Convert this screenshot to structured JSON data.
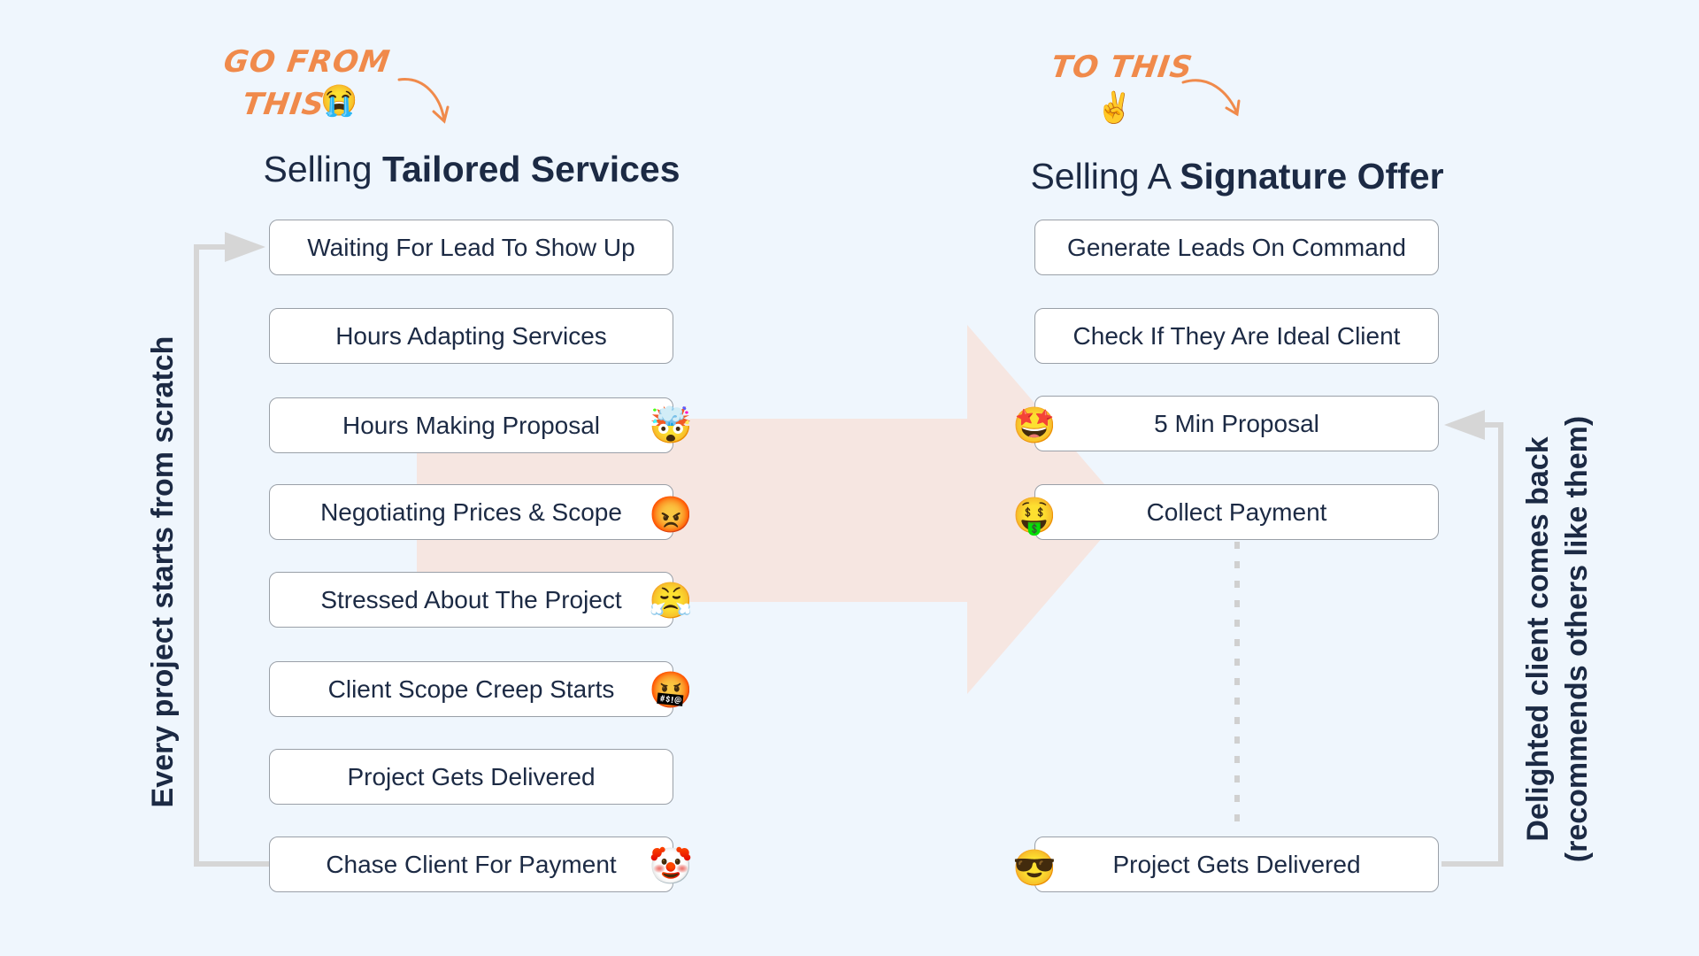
{
  "annotations": {
    "from_line1": "GO FROM",
    "from_line2": "THIS",
    "from_emoji": "😭",
    "to_line1": "TO THIS",
    "to_emoji": "✌️"
  },
  "left": {
    "title_prefix": "Selling ",
    "title_bold": "Tailored Services",
    "steps": [
      {
        "label": "Waiting For Lead To Show Up",
        "emoji": ""
      },
      {
        "label": "Hours Adapting Services",
        "emoji": ""
      },
      {
        "label": "Hours Making Proposal",
        "emoji": "🤯"
      },
      {
        "label": "Negotiating Prices & Scope",
        "emoji": "😡"
      },
      {
        "label": "Stressed About The Project",
        "emoji": "😤"
      },
      {
        "label": "Client Scope Creep Starts",
        "emoji": "🤬"
      },
      {
        "label": "Project Gets Delivered",
        "emoji": ""
      },
      {
        "label": "Chase Client For Payment",
        "emoji": "🤡"
      }
    ],
    "loop_label": "Every project starts from scratch"
  },
  "right": {
    "title_prefix": "Selling A ",
    "title_bold": "Signature Offer",
    "steps": [
      {
        "label": "Generate Leads On Command",
        "emoji": ""
      },
      {
        "label": "Check If They Are Ideal Client",
        "emoji": ""
      },
      {
        "label": "5 Min Proposal",
        "emoji": "🤩"
      },
      {
        "label": "Collect Payment",
        "emoji": "🤑"
      },
      {
        "label": "Project Gets Delivered",
        "emoji": "😎"
      }
    ],
    "loop_label_line1": "Delighted client comes back",
    "loop_label_line2": "(recommends others like them)"
  },
  "colors": {
    "accent": "#f08a4b",
    "text": "#1c2a44",
    "background": "#eff6fd",
    "big_arrow": "#f6e6e1",
    "loop": "#d6d6d6"
  }
}
